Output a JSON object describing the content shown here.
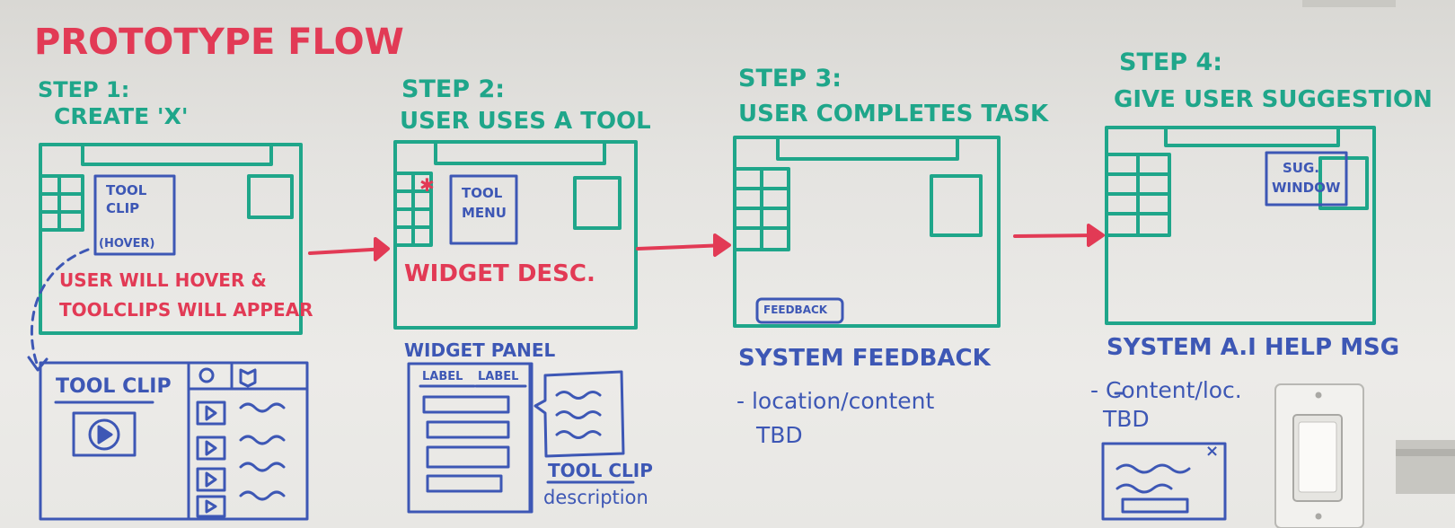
{
  "title": "PROTOTYPE FLOW",
  "steps": [
    {
      "heading": "STEP 1:",
      "subtitle": "CREATE 'X'"
    },
    {
      "heading": "STEP 2:",
      "subtitle": "USER USES A TOOL"
    },
    {
      "heading": "STEP 3:",
      "subtitle": "USER COMPLETES TASK"
    },
    {
      "heading": "STEP 4:",
      "subtitle": "GIVE USER SUGGESTION"
    }
  ],
  "step1": {
    "popup_line1": "TOOL",
    "popup_line2": "CLIP",
    "popup_line3": "(HOVER)",
    "note_line1": "USER WILL HOVER &",
    "note_line2": "TOOLCLIPS WILL APPEAR",
    "detail_title": "TOOL CLIP"
  },
  "step2": {
    "menu_line1": "TOOL",
    "menu_line2": "MENU",
    "widget_desc": "WIDGET DESC.",
    "panel_title": "WIDGET PANEL",
    "label_a": "LABEL",
    "label_b": "LABEL",
    "toolclip_caption1": "TOOL CLIP",
    "toolclip_caption2": "description"
  },
  "step3": {
    "feedback_label": "FEEDBACK",
    "section_title": "SYSTEM FEEDBACK",
    "line1": "- location/content",
    "line2": "TBD"
  },
  "step4": {
    "sug_line1": "SUG.",
    "sug_line2": "WINDOW",
    "section_title": "SYSTEM A.I HELP MSG",
    "line1": "- Content/loc.",
    "line2": "TBD",
    "close_glyph": "×"
  },
  "colors": {
    "red": "#e23a55",
    "green": "#1fa68a",
    "blue": "#3d57b5"
  }
}
